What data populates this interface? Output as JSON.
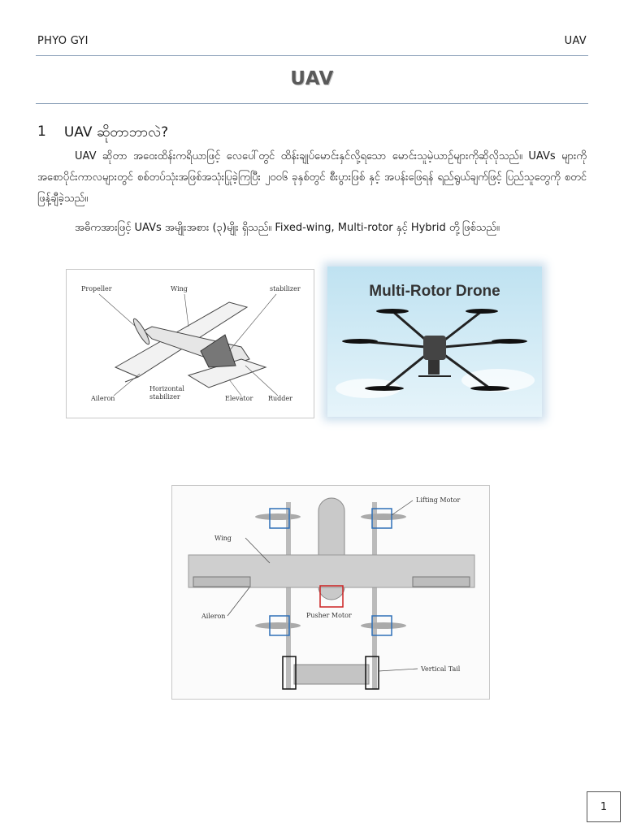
{
  "header": {
    "author": "PHYO GYI",
    "topic": "UAV"
  },
  "title": "UAV",
  "section": {
    "number": "1",
    "heading": "UAV ဆိုတာဘာလဲ?"
  },
  "paragraphs": [
    "UAV ဆိုတာ အဝေးထိန်းကရိယာဖြင့် လေပေါ်တွင် ထိန်းချုပ်မောင်းနှင်လို့ရသော မောင်းသူမဲ့ယာဉ်များကိုဆိုလိုသည်။ UAVs များကို အစောပိုင်းကာလများတွင် စစ်တပ်သုံးအဖြစ်အသုံးပြုခဲ့ကြပြီး ၂၀၀၆ ခုနှစ်တွင် စီးပွားဖြစ် နှင့် အပန်းဖြေရန် ရည်ရွယ်ချက်ဖြင့် ပြည်သူတွေကို စတင်ဖြန့်ချီခဲ့သည်။",
    "အဓိကအားဖြင့် UAVs အမျိုးအစား (၃)မျိုး ရှိသည်။ Fixed-wing, Multi-rotor နှင့် Hybrid တို့ဖြစ်သည်။"
  ],
  "figures": {
    "fixed_wing": {
      "labels": {
        "propeller": "Propeller",
        "wing": "Wing",
        "stabilizer": "stabilizer",
        "aileron": "Aileron",
        "horizontal1": "Horizontal",
        "horizontal2": "stabilizer",
        "elevator": "Elevator",
        "rudder": "Rudder"
      }
    },
    "multi_rotor": {
      "title": "Multi-Rotor Drone"
    },
    "hybrid": {
      "labels": {
        "lifting_motor": "Lifting Motor",
        "wing": "Wing",
        "aileron": "Aileron",
        "pusher_motor": "Pusher Motor",
        "vertical_tail": "Vertical Tail"
      }
    }
  },
  "footer": {
    "page_number": "1"
  }
}
